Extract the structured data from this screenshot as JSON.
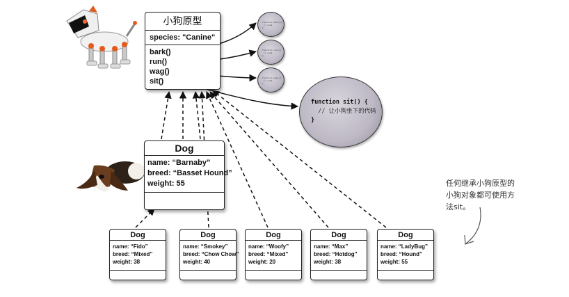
{
  "prototype": {
    "title": "小狗原型",
    "species": "species: \"Canine\"",
    "methods": [
      "bark()",
      "run()",
      "wag()",
      "sit()"
    ]
  },
  "main_dog": {
    "title": "Dog",
    "name": "name: “Barnaby”",
    "breed": "breed: “Basset Hound”",
    "weight": "weight: 55"
  },
  "dogs": [
    {
      "title": "Dog",
      "name": "name: “Fido”",
      "breed": "breed: “Mixed”",
      "weight": "weight: 38"
    },
    {
      "title": "Dog",
      "name": "name: “Smokey”",
      "breed": "breed: “Chow Chow”",
      "weight": "weight: 40"
    },
    {
      "title": "Dog",
      "name": "name: “Woofy”",
      "breed": "breed: “Mixed”",
      "weight": "weight: 20"
    },
    {
      "title": "Dog",
      "name": "name: “Max”",
      "breed": "breed: “Hotdog”",
      "weight": "weight: 38"
    },
    {
      "title": "Dog",
      "name": "name: “LadyBug”",
      "breed": "breed: “Hound”",
      "weight": "weight: 55"
    }
  ],
  "sit_function": {
    "line1": "function sit() {",
    "line2": "// 让小狗坐下的代码",
    "line3": "}"
  },
  "annotation": {
    "line1": "任何继承小狗原型的",
    "line2": "小狗对象都可使用方",
    "line3": "法sit。"
  }
}
